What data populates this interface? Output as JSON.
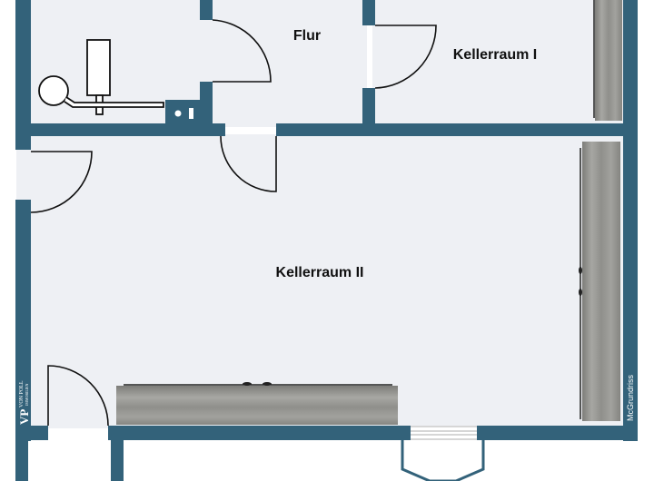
{
  "plan": {
    "title": "Keller Grundriss",
    "colors": {
      "wall": "#33627a",
      "floor": "#eef0f4",
      "background": "#ffffff",
      "shelf": "#9a9a96",
      "line": "#111111"
    },
    "rooms": [
      {
        "id": "flur",
        "label": "Flur"
      },
      {
        "id": "kellerraum-1",
        "label": "Kellerraum I"
      },
      {
        "id": "kellerraum-2",
        "label": "Kellerraum II"
      },
      {
        "id": "heizung",
        "label": ""
      }
    ],
    "fixtures": {
      "boiler": "Heizkessel",
      "tank": "Speicher",
      "shelves": [
        "Regal",
        "Regal",
        "Regal"
      ]
    },
    "credits": {
      "logo_mark": "VP",
      "logo_name": "VON POLL",
      "logo_sub": "IMMOBILIEN",
      "drawer": "McGrundriss"
    }
  }
}
